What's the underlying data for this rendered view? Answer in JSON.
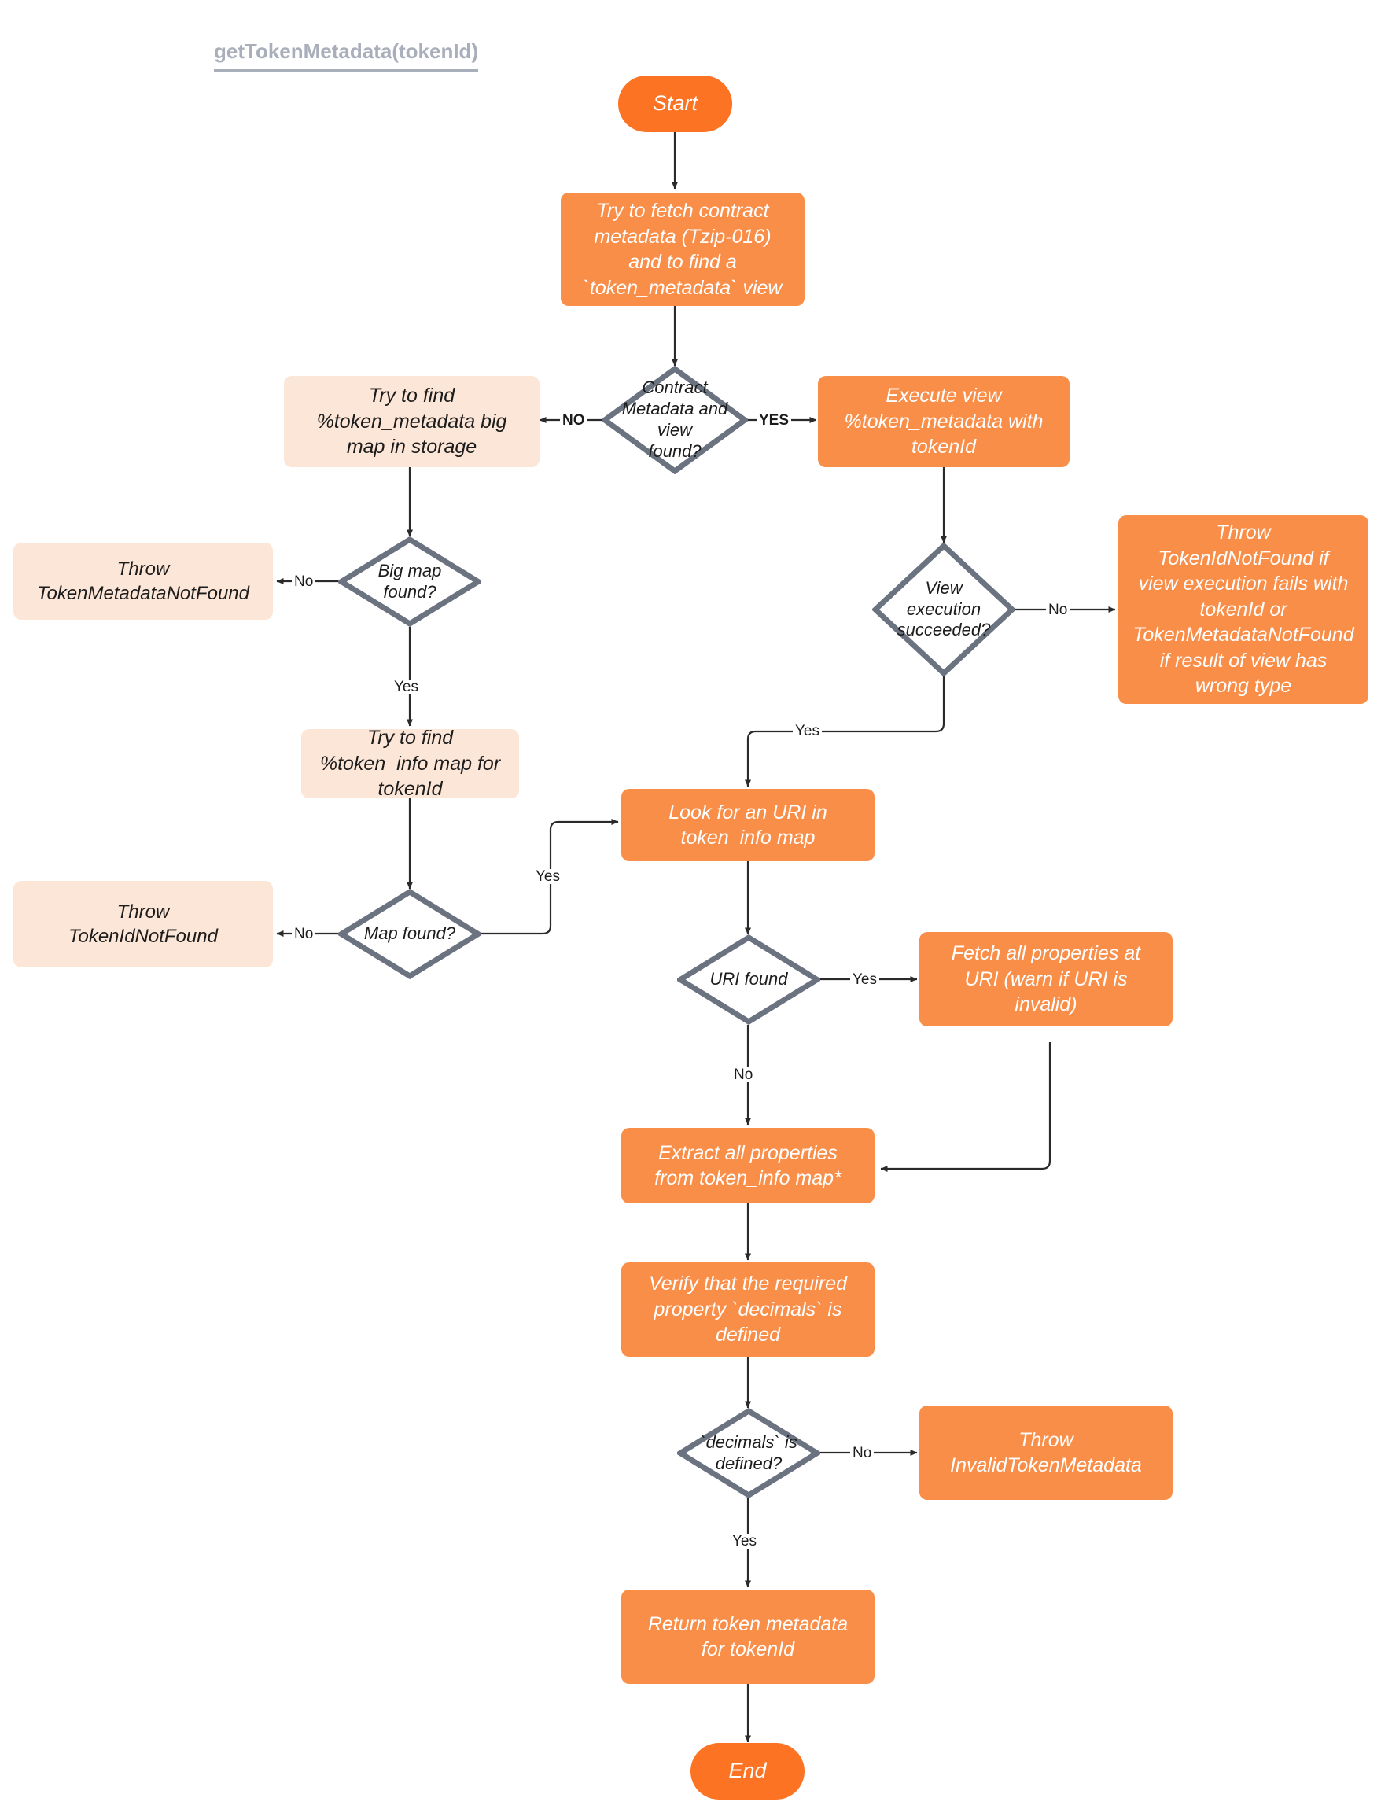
{
  "diagram": {
    "title": "getTokenMetadata(tokenId)",
    "type": "flowchart",
    "colors": {
      "terminator": "#FC7323",
      "process": "#F98E49",
      "soft_process": "#FCE6D7",
      "decision_border": "#6B7280",
      "decision_fill": "#FFFFFF",
      "edge": "#2A2A2A",
      "title_text": "#A9AEBB",
      "light_text": "#FFFFFF",
      "dark_text": "#1C1C1C"
    },
    "nodes": {
      "start": "Start",
      "fetch_contract_metadata": "Try to fetch contract\nmetadata (Tzip-016)\nand to find a\n`token_metadata` view",
      "contract_metadata_found": "Contract\nMetadata and\nview\nfound?",
      "find_big_map": "Try to find\n%token_metadata big\nmap in storage",
      "execute_view": "Execute view\n%token_metadata with\ntokenId",
      "big_map_found": "Big map\nfound?",
      "throw_token_metadata_not_found": "Throw\nTokenMetadataNotFound",
      "view_execution_succeeded": "View\nexecution\nsucceeded?",
      "throw_token_id_not_found_view": "Throw\nTokenIdNotFound if\nview execution fails with\ntokenId or\nTokenMetadataNotFound\nif result of view has\nwrong type",
      "find_token_info_map": "Try to find\n%token_info map for\ntokenId",
      "look_for_uri": "Look for an URI in\ntoken_info map",
      "map_found": "Map found?",
      "throw_token_id_not_found": "Throw\nTokenIdNotFound",
      "uri_found": "URI found",
      "fetch_properties_at_uri": "Fetch all properties at\nURI (warn if URI is\ninvalid)",
      "extract_properties": "Extract all properties\nfrom token_info map*",
      "verify_decimals": "Verify that the required\nproperty `decimals` is\ndefined",
      "decimals_defined": "`decimals` is\ndefined?",
      "throw_invalid_token_metadata": "Throw\nInvalidTokenMetadata",
      "return_token_metadata": "Return token metadata\nfor tokenId",
      "end": "End"
    },
    "edge_labels": {
      "no_caps": "NO",
      "yes_caps": "YES",
      "big_map_no": "No",
      "big_map_yes": "Yes",
      "view_no": "No",
      "view_yes": "Yes",
      "map_no": "No",
      "map_yes": "Yes",
      "uri_yes": "Yes",
      "uri_no": "No",
      "decimals_no": "No",
      "decimals_yes": "Yes"
    }
  }
}
